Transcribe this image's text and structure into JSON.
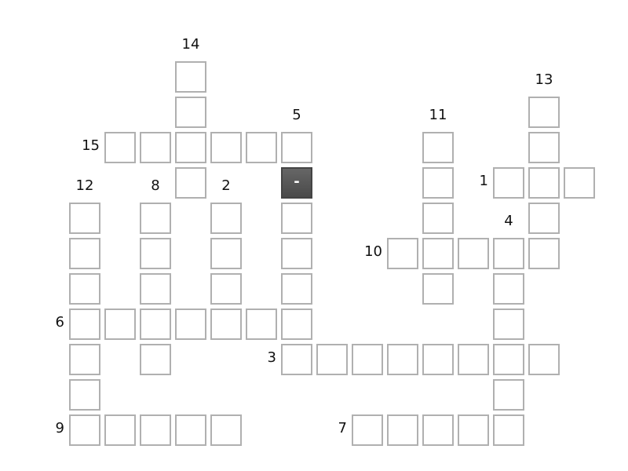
{
  "crossword": {
    "active_cell": {
      "row": 3,
      "col": 6,
      "text": "-"
    },
    "cells": [
      [
        0,
        3
      ],
      [
        1,
        3
      ],
      [
        1,
        13
      ],
      [
        2,
        1
      ],
      [
        2,
        2
      ],
      [
        2,
        3
      ],
      [
        2,
        4
      ],
      [
        2,
        5
      ],
      [
        2,
        6
      ],
      [
        2,
        10
      ],
      [
        2,
        13
      ],
      [
        3,
        3
      ],
      [
        3,
        6
      ],
      [
        3,
        10
      ],
      [
        3,
        12
      ],
      [
        3,
        13
      ],
      [
        3,
        14
      ],
      [
        4,
        0
      ],
      [
        4,
        2
      ],
      [
        4,
        4
      ],
      [
        4,
        6
      ],
      [
        4,
        10
      ],
      [
        4,
        13
      ],
      [
        5,
        0
      ],
      [
        5,
        2
      ],
      [
        5,
        4
      ],
      [
        5,
        6
      ],
      [
        5,
        9
      ],
      [
        5,
        10
      ],
      [
        5,
        11
      ],
      [
        5,
        12
      ],
      [
        5,
        13
      ],
      [
        6,
        0
      ],
      [
        6,
        2
      ],
      [
        6,
        4
      ],
      [
        6,
        6
      ],
      [
        6,
        10
      ],
      [
        6,
        12
      ],
      [
        7,
        0
      ],
      [
        7,
        1
      ],
      [
        7,
        2
      ],
      [
        7,
        3
      ],
      [
        7,
        4
      ],
      [
        7,
        5
      ],
      [
        7,
        6
      ],
      [
        7,
        12
      ],
      [
        8,
        0
      ],
      [
        8,
        2
      ],
      [
        8,
        6
      ],
      [
        8,
        7
      ],
      [
        8,
        8
      ],
      [
        8,
        9
      ],
      [
        8,
        10
      ],
      [
        8,
        11
      ],
      [
        8,
        12
      ],
      [
        8,
        13
      ],
      [
        9,
        0
      ],
      [
        9,
        12
      ],
      [
        10,
        0
      ],
      [
        10,
        1
      ],
      [
        10,
        2
      ],
      [
        10,
        3
      ],
      [
        10,
        4
      ],
      [
        10,
        8
      ],
      [
        10,
        9
      ],
      [
        10,
        10
      ],
      [
        10,
        11
      ],
      [
        10,
        12
      ]
    ],
    "clues": [
      {
        "label": "14",
        "row": 0,
        "col": 3,
        "side": "top"
      },
      {
        "label": "13",
        "row": 1,
        "col": 13,
        "side": "top"
      },
      {
        "label": "5",
        "row": 2,
        "col": 6,
        "side": "top"
      },
      {
        "label": "11",
        "row": 2,
        "col": 10,
        "side": "top"
      },
      {
        "label": "15",
        "row": 2,
        "col": 1,
        "side": "left"
      },
      {
        "label": "12",
        "row": 4,
        "col": 0,
        "side": "top"
      },
      {
        "label": "8",
        "row": 4,
        "col": 2,
        "side": "top"
      },
      {
        "label": "2",
        "row": 4,
        "col": 4,
        "side": "top"
      },
      {
        "label": "1",
        "row": 3,
        "col": 12,
        "side": "left"
      },
      {
        "label": "4",
        "row": 5,
        "col": 12,
        "side": "top"
      },
      {
        "label": "10",
        "row": 5,
        "col": 9,
        "side": "left"
      },
      {
        "label": "6",
        "row": 7,
        "col": 0,
        "side": "left"
      },
      {
        "label": "3",
        "row": 8,
        "col": 6,
        "side": "left"
      },
      {
        "label": "9",
        "row": 10,
        "col": 0,
        "side": "left"
      },
      {
        "label": "7",
        "row": 10,
        "col": 8,
        "side": "left"
      }
    ]
  }
}
